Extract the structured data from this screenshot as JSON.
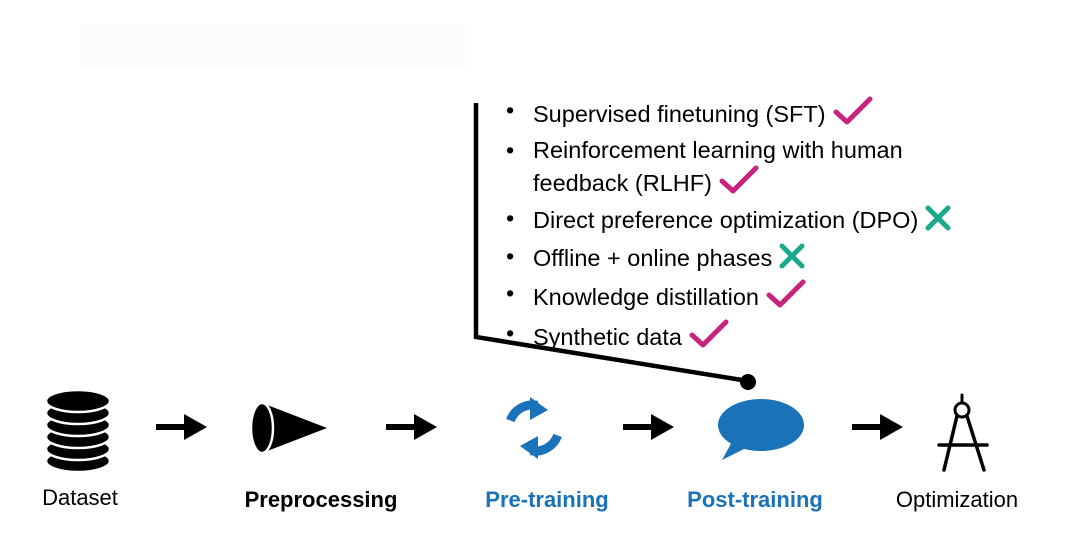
{
  "colors": {
    "check": "#c8237d",
    "cross": "#1aa98a",
    "blue": "#1a72b8",
    "black": "#000000"
  },
  "techniques": [
    {
      "text": "Supervised finetuning (SFT)",
      "mark": "check"
    },
    {
      "text": "Reinforcement learning with human feedback (RLHF)",
      "line1": "Reinforcement learning with human",
      "line2": "feedback (RLHF)",
      "mark": "check"
    },
    {
      "text": "Direct preference optimization (DPO)",
      "mark": "cross"
    },
    {
      "text": "Offline + online phases",
      "mark": "cross"
    },
    {
      "text": "Knowledge distillation",
      "mark": "check"
    },
    {
      "text": "Synthetic data",
      "mark": "check"
    }
  ],
  "pipeline": [
    {
      "label": "Dataset",
      "icon": "database-icon",
      "style": "normal"
    },
    {
      "label": "Preprocessing",
      "icon": "cone-icon",
      "style": "bold"
    },
    {
      "label": "Pre-training",
      "icon": "refresh-icon",
      "style": "bold-blue"
    },
    {
      "label": "Post-training",
      "icon": "speech-bubble-icon",
      "style": "bold-blue"
    },
    {
      "label": "Optimization",
      "icon": "compass-icon",
      "style": "normal"
    }
  ]
}
